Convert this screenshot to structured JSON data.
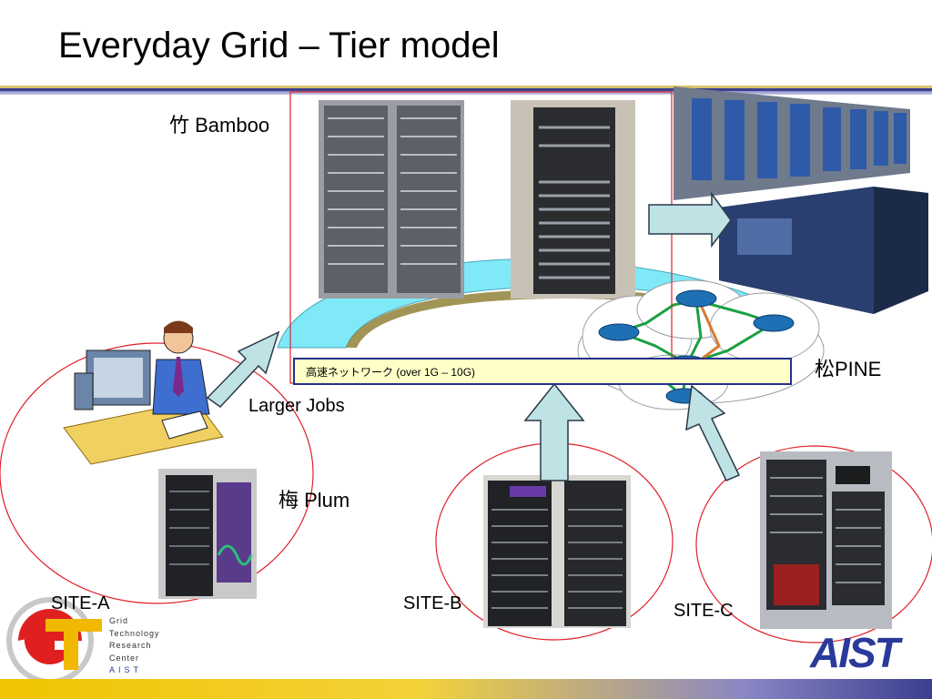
{
  "slide": {
    "title": "Everyday Grid – Tier model",
    "tiers": {
      "bamboo": "竹 Bamboo",
      "plum": "梅 Plum",
      "pine": "松PINE"
    },
    "network_label": "高速ネットワーク (over 1G – 10G)",
    "larger_jobs": "Larger Jobs",
    "sites": {
      "a": "SITE-A",
      "b": "SITE-B",
      "c": "SITE-C"
    }
  },
  "logos": {
    "grtc_lines": [
      "Grid",
      "Technology",
      "Research",
      "Center",
      "AIST"
    ],
    "aist": "AIST"
  },
  "icons": [
    "desk-worker-icon",
    "server-rack-icon",
    "router-icon",
    "arrow-icon",
    "supercomputer-icon"
  ],
  "colors": {
    "accent_red": "#e0202a",
    "arrow_fill": "#bfe3e4",
    "arc_cyan": "#7fe9f7",
    "brand_blue": "#2a3a9a",
    "gold": "#f0c400"
  }
}
